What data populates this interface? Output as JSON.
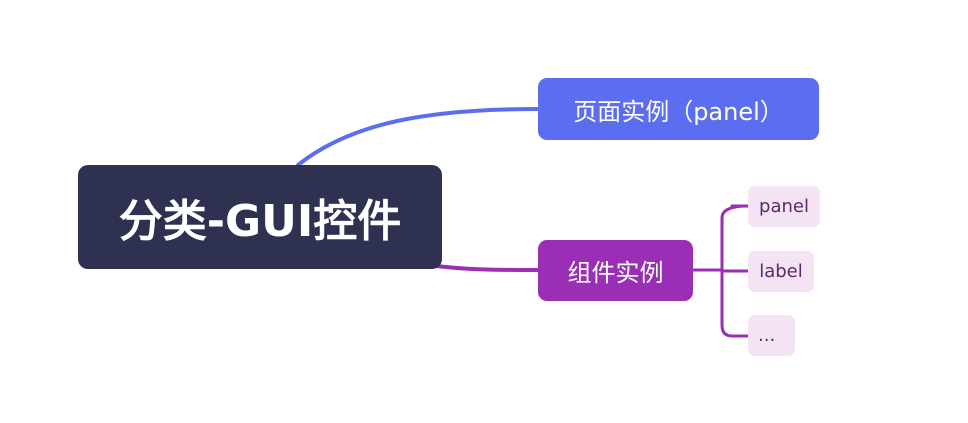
{
  "mindmap": {
    "root": {
      "label": "分类-GUI控件"
    },
    "branches": [
      {
        "label": "页面实例（panel）",
        "color": "#5b6ef0",
        "children": []
      },
      {
        "label": "组件实例",
        "color": "#9a2fb5",
        "children": [
          {
            "label": "panel"
          },
          {
            "label": "label"
          },
          {
            "label": "..."
          }
        ]
      }
    ]
  },
  "colors": {
    "root_fill": "#2e3150",
    "leaf_fill": "#f3e3f3",
    "leaf_text": "#5a2a6a",
    "canvas": "#ffffff"
  }
}
